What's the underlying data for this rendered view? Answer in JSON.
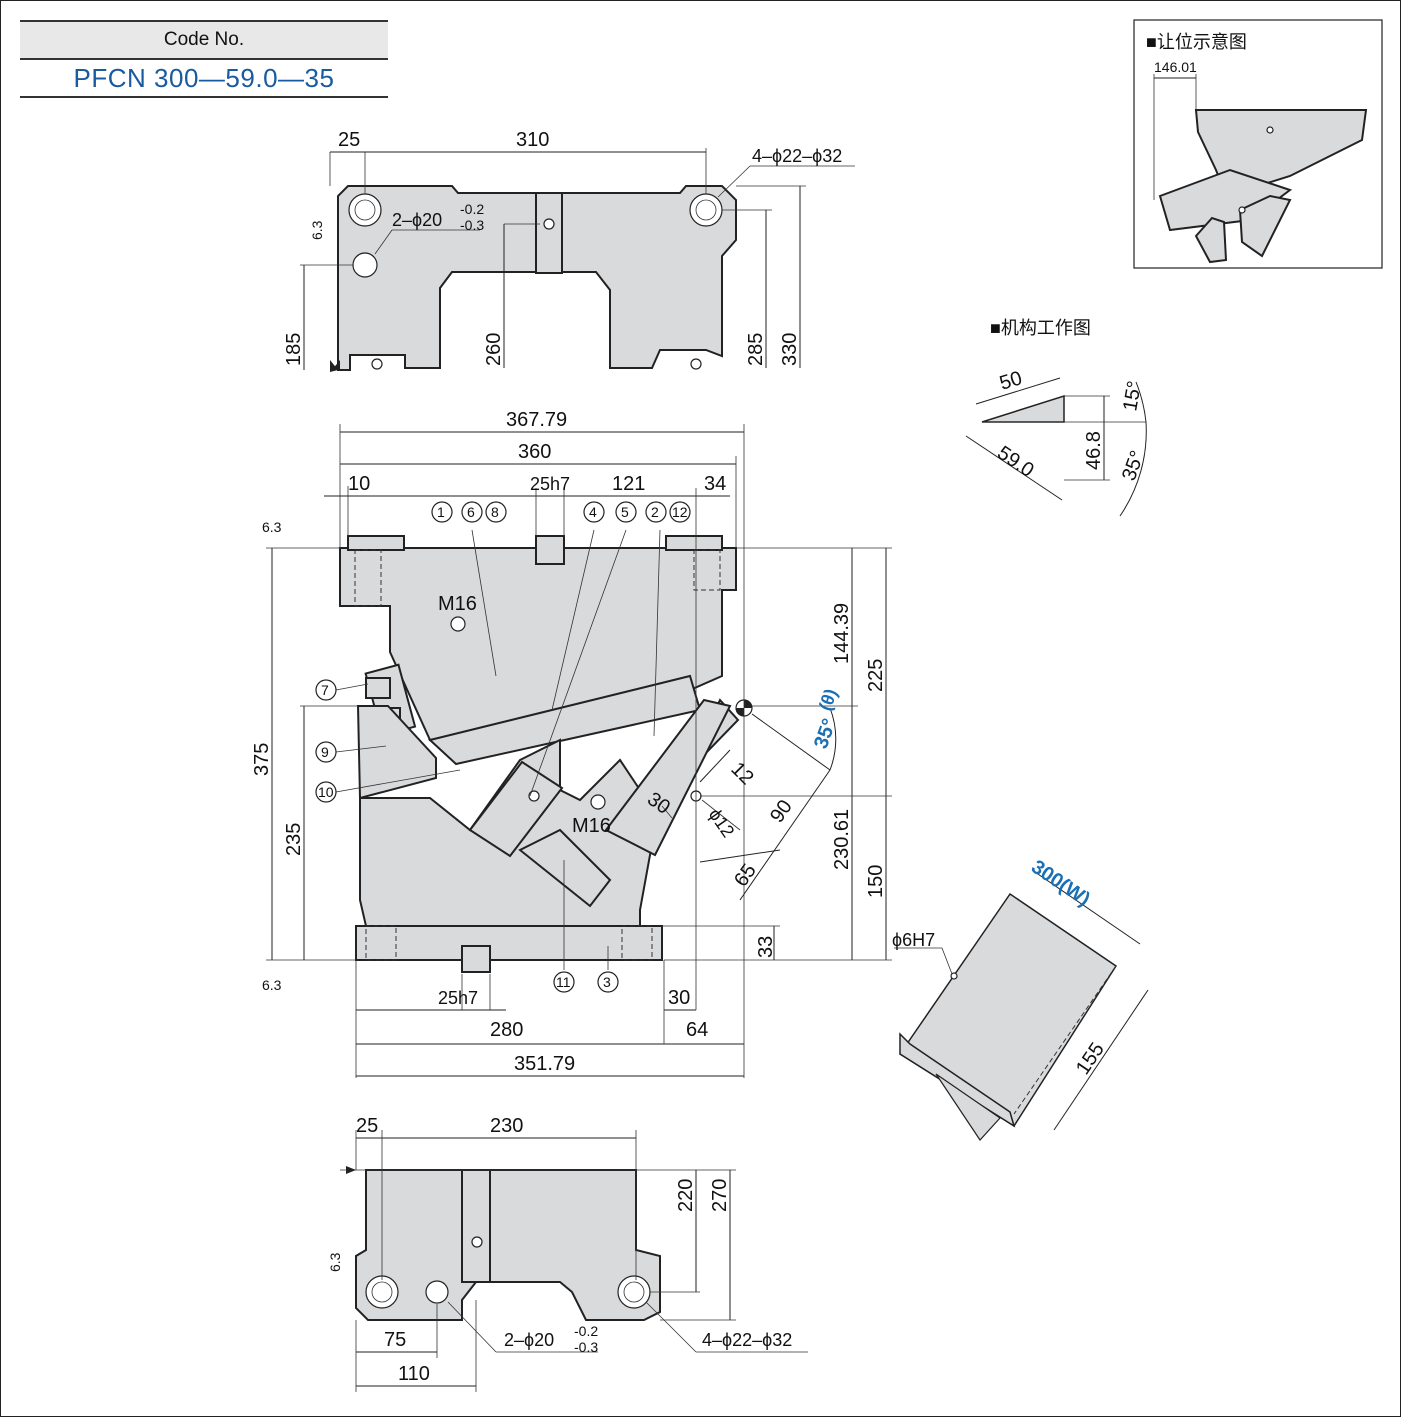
{
  "code_header": "Code No.",
  "code_value": "PFCN 300—59.0—35",
  "top_view": {
    "d25": "25",
    "d310": "310",
    "holes": "4–ϕ22–ϕ32",
    "pins": "2–ϕ20",
    "pins_tol_upper": "-0.2",
    "pins_tol_lower": "-0.3",
    "rough": "6.3",
    "d185": "185",
    "d260": "260",
    "d285": "285",
    "d330": "330"
  },
  "front_view": {
    "d367": "367.79",
    "d360": "360",
    "d10": "10",
    "d25h7": "25h7",
    "d121": "121",
    "d34": "34",
    "d375": "375",
    "d235": "235",
    "d144": "144.39",
    "d225": "225",
    "d230": "230.61",
    "d150": "150",
    "angle": "35°",
    "theta": "(θ)",
    "d12": "12",
    "d90": "90",
    "d30a": "30",
    "phi12": "ϕ12",
    "d65": "65",
    "d33": "33",
    "d25h7b": "25h7",
    "d280": "280",
    "d30b": "30",
    "d64": "64",
    "d351": "351.79",
    "m16a": "M16",
    "m16b": "M16",
    "rough": "6.3",
    "balloons": [
      "1",
      "6",
      "8",
      "4",
      "5",
      "2",
      "12",
      "7",
      "9",
      "10",
      "11",
      "3"
    ]
  },
  "bottom_view": {
    "d25": "25",
    "d230": "230",
    "d220": "220",
    "d270": "270",
    "d75": "75",
    "d110": "110",
    "pins": "2–ϕ20",
    "pins_tol_upper": "-0.2",
    "pins_tol_lower": "-0.3",
    "holes": "4–ϕ22–ϕ32",
    "rough": "6.3"
  },
  "clearance": {
    "title": "■让位示意图",
    "d146": "146.01"
  },
  "mechanism": {
    "title": "■机构工作图",
    "d50": "50",
    "d59": "59.0",
    "d46": "46.8",
    "a15": "15°",
    "a35": "35°"
  },
  "iso_view": {
    "width": "300(W)",
    "pin": "ϕ6H7",
    "d155": "155"
  },
  "colors": {
    "part_fill": "#d9dadc",
    "outline": "#222222",
    "accent_blue": "#1a6fb5"
  }
}
